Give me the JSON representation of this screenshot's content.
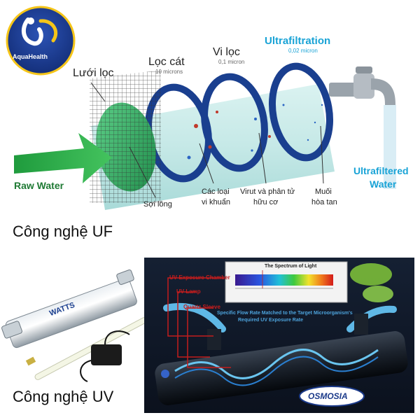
{
  "logo": {
    "text": "AquaHealth"
  },
  "uf": {
    "raw_water": "Raw Water",
    "luoi_loc": "Lưới lọc",
    "loc_cat": "Lọc cát",
    "loc_cat_sub": "10 microns",
    "vi_loc": "Vi lọc",
    "vi_loc_sub": "0,1 micron",
    "ultrafiltration": "Ultrafiltration",
    "ultrafiltration_sub": "0,02 micron",
    "ultrafiltered_1": "Ultrafiltered",
    "ultrafiltered_2": "Water",
    "soi_long": "Sợi lông",
    "vi_khuan_1": "Các loại",
    "vi_khuan_2": "vi khuẩn",
    "virut_1": "Virut và phân tử",
    "virut_2": "hữu cơ",
    "muoi_1": "Muối",
    "muoi_2": "hòa tan",
    "title": "Công nghệ UF"
  },
  "uv": {
    "title": "Công nghệ UV",
    "brand": "WATTS",
    "exposure_chamber": "UV Exposure Chamber",
    "lamp": "UV Lamp",
    "quartz": "Quartz Sleeve",
    "spectrum_title": "The Spectrum of Light",
    "flow_1": "Specific Flow Rate Matched to the Target Microorganism's",
    "flow_2": "Required UV Exposure Rate",
    "osmosia": "OSMOSIA"
  },
  "colors": {
    "cyan": "#19a3d6",
    "green": "#2bb24c",
    "navy": "#1d3f8f",
    "red": "#c41d1d"
  }
}
